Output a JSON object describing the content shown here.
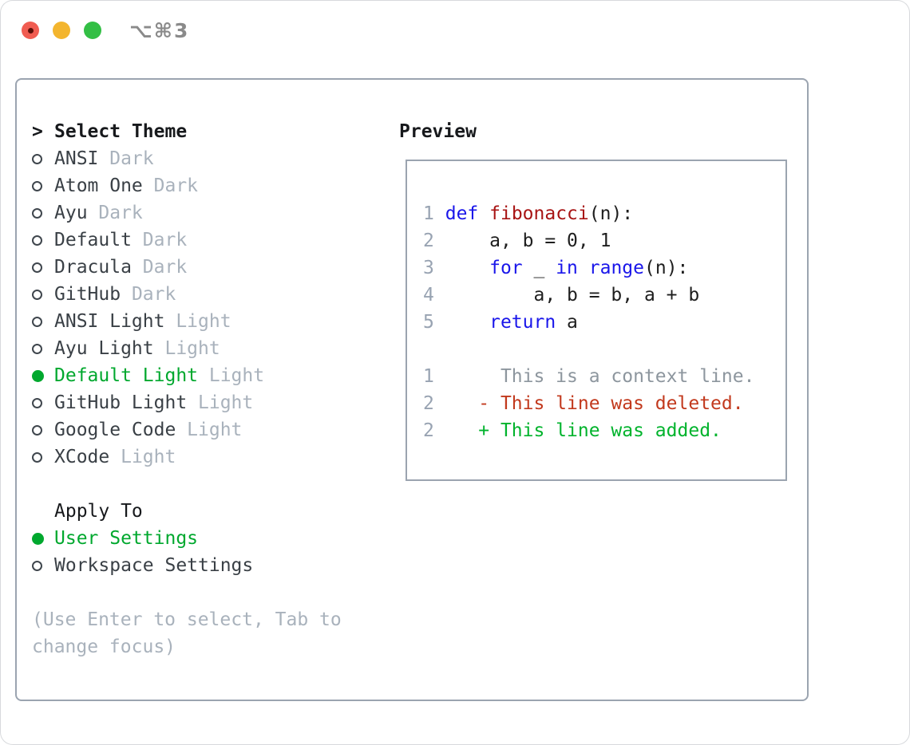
{
  "window": {
    "title": "⌥⌘3",
    "traffic_lights": [
      "close",
      "minimize",
      "zoom"
    ]
  },
  "colors": {
    "selection_green": "#00a82e",
    "added_green": "#00b32c",
    "deleted_red": "#c2391d",
    "keyword_blue": "#1a16ea",
    "function_red": "#a81414",
    "muted_gray": "#a9b2bc",
    "border_gray": "#9ba4b0"
  },
  "theme_panel": {
    "header": {
      "marker": ">",
      "label": "Select Theme"
    },
    "themes": [
      {
        "name": "ANSI",
        "variant": "Dark",
        "selected": false
      },
      {
        "name": "Atom One",
        "variant": "Dark",
        "selected": false
      },
      {
        "name": "Ayu",
        "variant": "Dark",
        "selected": false
      },
      {
        "name": "Default",
        "variant": "Dark",
        "selected": false
      },
      {
        "name": "Dracula",
        "variant": "Dark",
        "selected": false
      },
      {
        "name": "GitHub",
        "variant": "Dark",
        "selected": false
      },
      {
        "name": "ANSI Light",
        "variant": "Light",
        "selected": false
      },
      {
        "name": "Ayu Light",
        "variant": "Light",
        "selected": false
      },
      {
        "name": "Default Light",
        "variant": "Light",
        "selected": true
      },
      {
        "name": "GitHub Light",
        "variant": "Light",
        "selected": false
      },
      {
        "name": "Google Code",
        "variant": "Light",
        "selected": false
      },
      {
        "name": "XCode",
        "variant": "Light",
        "selected": false
      }
    ],
    "apply_to": {
      "label": "Apply To",
      "options": [
        {
          "name": "User Settings",
          "selected": true
        },
        {
          "name": "Workspace Settings",
          "selected": false
        }
      ]
    },
    "hint": "(Use Enter to select, Tab to\nchange focus)"
  },
  "preview": {
    "title": "Preview",
    "lines": [
      [
        {
          "c": "ln",
          "t": "1"
        },
        {
          "c": "tx",
          "t": " "
        },
        {
          "c": "kw",
          "t": "def"
        },
        {
          "c": "tx",
          "t": " "
        },
        {
          "c": "fn",
          "t": "fibonacci"
        },
        {
          "c": "tx",
          "t": "(n):"
        }
      ],
      [
        {
          "c": "ln",
          "t": "2"
        },
        {
          "c": "tx",
          "t": "     a, b = 0, 1"
        }
      ],
      [
        {
          "c": "ln",
          "t": "3"
        },
        {
          "c": "tx",
          "t": "     "
        },
        {
          "c": "kw",
          "t": "for"
        },
        {
          "c": "tx",
          "t": " _ "
        },
        {
          "c": "kw",
          "t": "in"
        },
        {
          "c": "tx",
          "t": " "
        },
        {
          "c": "kw",
          "t": "range"
        },
        {
          "c": "tx",
          "t": "(n):"
        }
      ],
      [
        {
          "c": "ln",
          "t": "4"
        },
        {
          "c": "tx",
          "t": "         a, b = b, a + b"
        }
      ],
      [
        {
          "c": "ln",
          "t": "5"
        },
        {
          "c": "tx",
          "t": "     "
        },
        {
          "c": "kw",
          "t": "return"
        },
        {
          "c": "tx",
          "t": " a"
        }
      ],
      [],
      [
        {
          "c": "ln",
          "t": "1"
        },
        {
          "c": "ctx",
          "t": "      This is a context line."
        }
      ],
      [
        {
          "c": "ln",
          "t": "2"
        },
        {
          "c": "del",
          "t": "    - This line was deleted."
        }
      ],
      [
        {
          "c": "ln",
          "t": "2"
        },
        {
          "c": "add",
          "t": "    + This line was added."
        }
      ]
    ]
  }
}
